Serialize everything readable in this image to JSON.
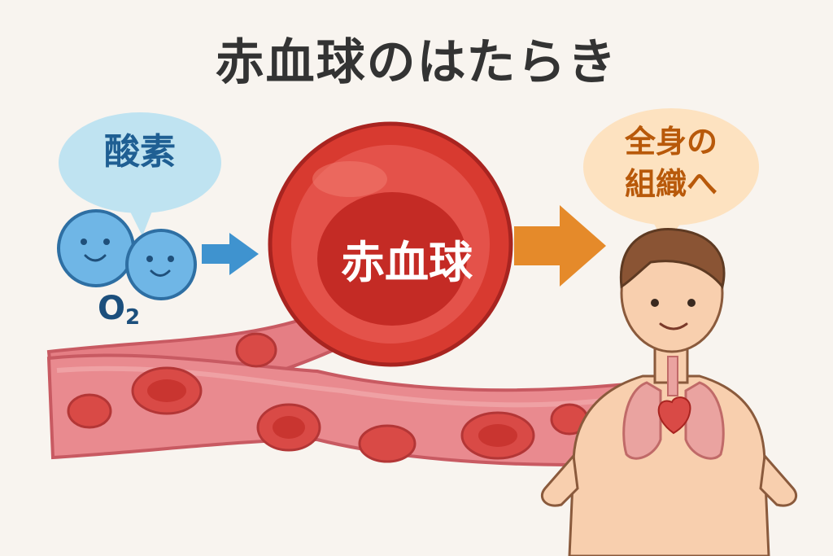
{
  "title": "赤血球のはたらき",
  "oxygen_bubble": {
    "label": "酸素"
  },
  "oxygen_molecule": {
    "label_main": "O",
    "label_sub": "2"
  },
  "red_blood_cell": {
    "label": "赤血球"
  },
  "tissue_bubble": {
    "line1": "全身の",
    "line2": "組織へ"
  },
  "colors": {
    "background": "#f8f4ef",
    "oxygen_blue": "#6fb6e6",
    "rbc_red": "#d83a30",
    "vessel_pink": "#e57e84",
    "arrow_blue": "#3f93cf",
    "arrow_orange": "#e58a2a",
    "tissue_bubble": "#fde2c0"
  },
  "icons": [
    "oxygen-molecule-icon",
    "blue-arrow-icon",
    "orange-arrow-icon",
    "blood-vessel-icon",
    "person-icon",
    "heart-icon",
    "lungs-icon"
  ]
}
